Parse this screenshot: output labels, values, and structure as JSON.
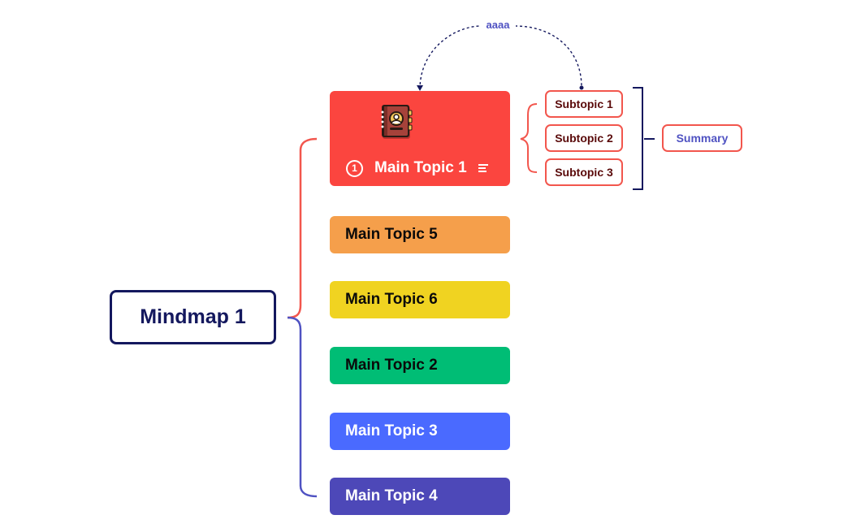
{
  "root": {
    "label": "Mindmap 1",
    "color": "#14185e"
  },
  "topics": [
    {
      "label": "Main Topic 1",
      "number": "1",
      "color": "#fb453f",
      "text_color": "#ffffff",
      "icon": "address-book-icon",
      "has_note": true
    },
    {
      "label": "Main Topic 5",
      "color": "#f59f4b",
      "text_color": "#0a0a0a"
    },
    {
      "label": "Main Topic 6",
      "color": "#f0d321",
      "text_color": "#0a0a0a"
    },
    {
      "label": "Main Topic 2",
      "color": "#00bd75",
      "text_color": "#0a0a0a"
    },
    {
      "label": "Main Topic 3",
      "color": "#4a6aff",
      "text_color": "#ffffff"
    },
    {
      "label": "Main Topic 4",
      "color": "#4d48b8",
      "text_color": "#ffffff"
    }
  ],
  "subtopics": [
    {
      "label": "Subtopic 1"
    },
    {
      "label": "Subtopic 2"
    },
    {
      "label": "Subtopic 3"
    }
  ],
  "summary": {
    "label": "Summary"
  },
  "relationship": {
    "label": "aaaa",
    "color": "#14185e"
  },
  "colors": {
    "upper_branch": "#f2564d",
    "lower_branch": "#4f52c2",
    "summary_bracket": "#14185e"
  }
}
